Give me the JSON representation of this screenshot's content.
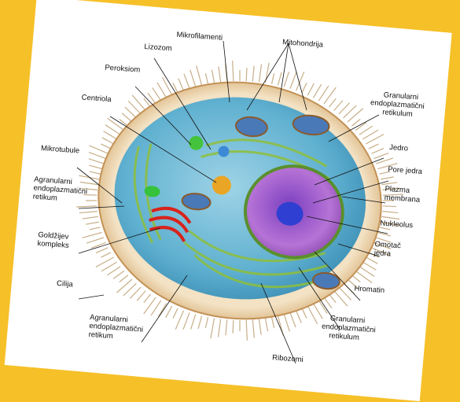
{
  "colors": {
    "background": "#f6c028",
    "card": "#ffffff"
  },
  "labels": {
    "mikrofilamenti": "Mikrofilamenti",
    "mitohondrija": "Mitohondrija",
    "lizozom": "Lizozom",
    "peroksiom": "Peroksiom",
    "centriola": "Centriola",
    "mikrotubule": "Mikrotubule",
    "agranularni_top": [
      "Agranularni",
      "endoplazmatični",
      "retikum"
    ],
    "goldzijev": [
      "Goldžijev",
      "kompleks"
    ],
    "cilija": "Cilija",
    "agranularni_bottom": [
      "Agranularni",
      "endoplazmatični",
      "retikum"
    ],
    "ribozomi": "Ribozomi",
    "granularni_bottom": [
      "Granularni",
      "endoplazmatični",
      "retikulum"
    ],
    "hromatin": "Hromatin",
    "omotac": [
      "Omotač",
      "jedra"
    ],
    "nukleolus": "Nukleolus",
    "plazma": [
      "Plazma",
      "membrana"
    ],
    "pore": [
      "Pore jedra"
    ],
    "jedro": "Jedro",
    "granularni_top": [
      "Granularni",
      "endoplazmatični",
      "retikulum"
    ]
  }
}
